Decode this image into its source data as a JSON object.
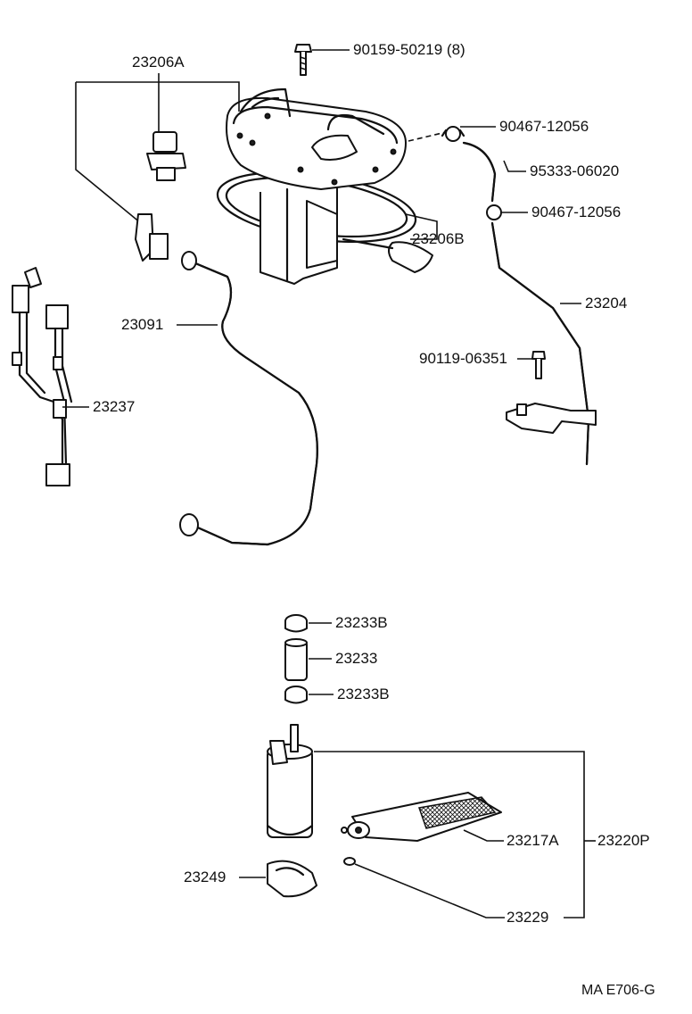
{
  "labels": {
    "bolt_a": "90159-50219 (8)",
    "sender": "23206A",
    "clamp_1": "90467-12056",
    "hose": "95333-06020",
    "clamp_2": "90467-12056",
    "gasket": "23206B",
    "tube_23204": "23204",
    "tube_23091": "23091",
    "bolt_b": "90119-06351",
    "harness": "23237",
    "clamp_top": "23233B",
    "hose_short": "23233",
    "clamp_bottom": "23233B",
    "filter": "23217A",
    "assembly": "23220P",
    "cushion": "23249",
    "ring": "23229",
    "diagram_code": "MA E706-G"
  }
}
